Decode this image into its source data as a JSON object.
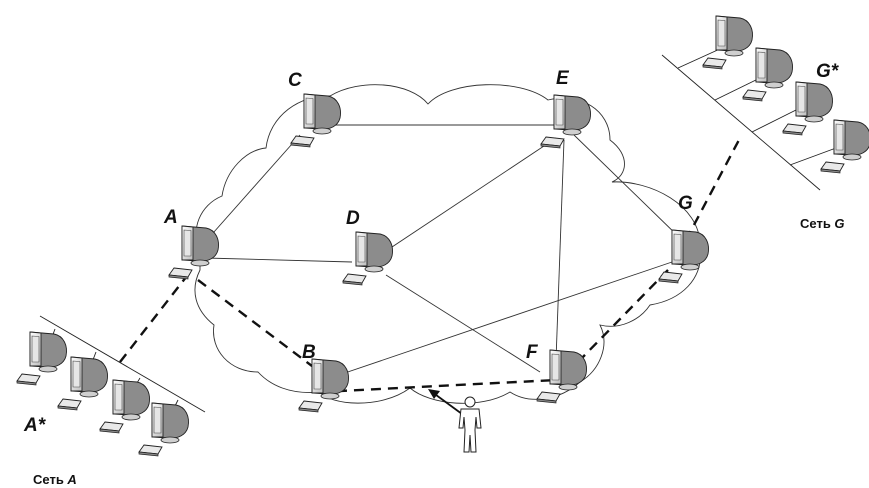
{
  "nodes": {
    "A": "A",
    "B": "B",
    "C": "C",
    "D": "D",
    "E": "E",
    "F": "F",
    "G": "G"
  },
  "subnets": {
    "a_star": "A*",
    "g_star": "G*",
    "net_a_prefix": "Сеть ",
    "net_a_letter": "A",
    "net_g_prefix": "Сеть ",
    "net_g_letter": "G"
  },
  "colors": {
    "line": "#333333",
    "dashed_path": "#111111",
    "monitor_face": "#f2f2f2",
    "monitor_shade": "#9a9a9a"
  },
  "icons": {
    "workstation": "computer-icon",
    "person": "intruder-person-icon"
  }
}
